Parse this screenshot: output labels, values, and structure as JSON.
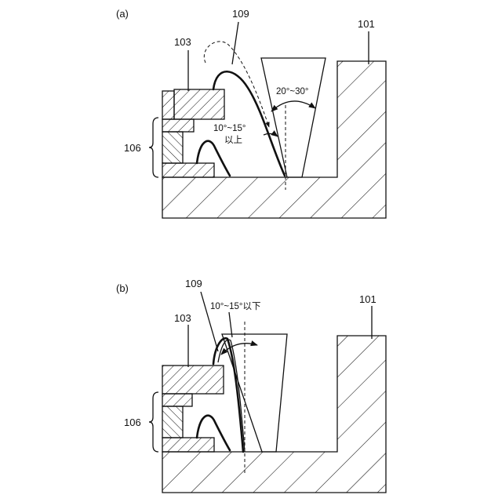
{
  "panel_a": {
    "tag": "(a)",
    "label_109": "109",
    "label_103": "103",
    "label_101": "101",
    "label_106": "106",
    "angle_range": "20°~30°",
    "small_angle": "10°~15°",
    "small_angle_qualifier": "以上"
  },
  "panel_b": {
    "tag": "(b)",
    "label_109": "109",
    "label_103": "103",
    "label_101": "101",
    "label_106": "106",
    "small_angle_text": "10°~15°以下"
  }
}
